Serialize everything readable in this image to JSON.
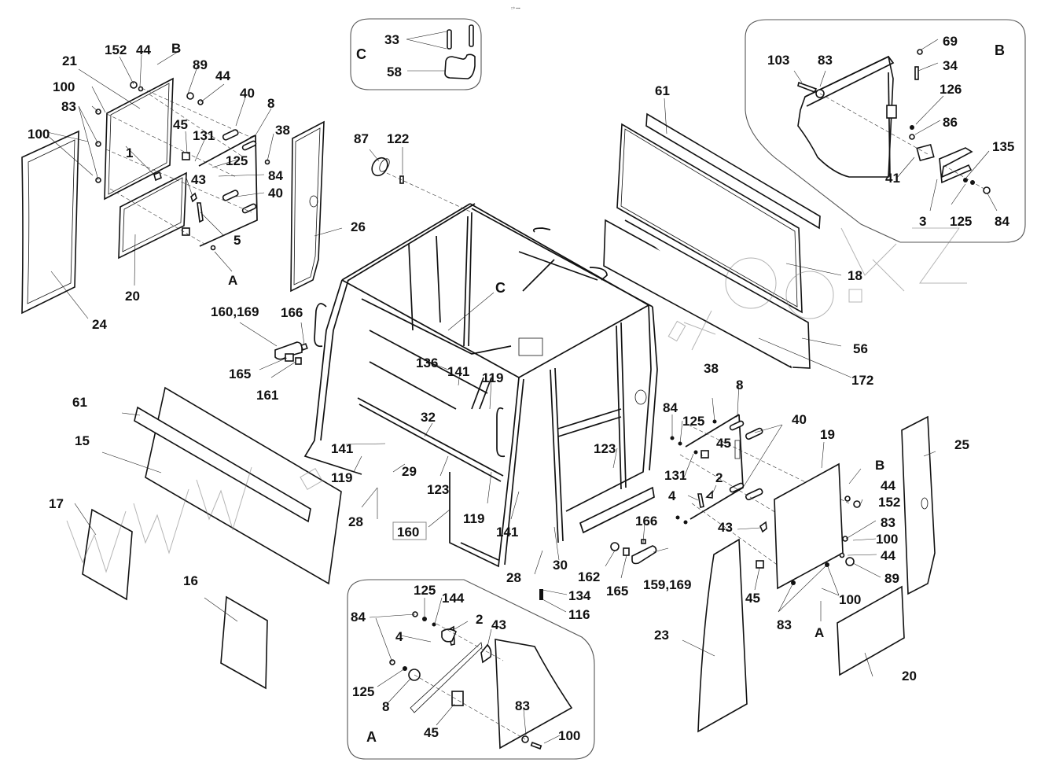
{
  "diagram": {
    "title_fragment": "□ᵇ ▪▪▪",
    "watermark": "www.sinotruk-too.kz",
    "detail_views": [
      {
        "id": "C",
        "label": "C",
        "callouts": [
          "33",
          "58"
        ]
      },
      {
        "id": "B",
        "label": "B",
        "callouts": [
          "69",
          "103",
          "83",
          "34",
          "126",
          "86",
          "135",
          "41",
          "3",
          "125",
          "84"
        ]
      },
      {
        "id": "A",
        "label": "A",
        "callouts": [
          "125",
          "144",
          "84",
          "2",
          "43",
          "4",
          "125",
          "8",
          "83",
          "45",
          "100"
        ]
      }
    ],
    "callouts": {
      "l152": "152",
      "l44a": "44",
      "lBa": "B",
      "l21": "21",
      "l89a": "89",
      "l44b": "44",
      "l100a": "100",
      "l83a": "83",
      "l40a": "40",
      "l8a": "8",
      "l100b": "100",
      "l45a": "45",
      "l131a": "131",
      "l38a": "38",
      "l1": "1",
      "l125a": "125",
      "l84a": "84",
      "l43a": "43",
      "l40b": "40",
      "l5": "5",
      "l20a": "20",
      "lAa": "A",
      "l24": "24",
      "l26": "26",
      "l33": "33",
      "lC1": "C",
      "l58": "58",
      "l87": "87",
      "l122": "122",
      "l61a": "61",
      "l103": "103",
      "l83b": "83",
      "l69": "69",
      "l34": "34",
      "lB1": "B",
      "l126": "126",
      "l86": "86",
      "l135": "135",
      "l41": "41",
      "l3": "3",
      "l125b": "125",
      "l84b": "84",
      "l18": "18",
      "l56": "56",
      "l172": "172",
      "lC2": "C",
      "l160_169": "160,169",
      "l166a": "166",
      "l165a": "165",
      "l161": "161",
      "l136": "136",
      "l141a": "141",
      "l119a": "119",
      "l32": "32",
      "l61b": "61",
      "l15": "15",
      "l141b": "141",
      "l119b": "119",
      "l29": "29",
      "l123a": "123",
      "l28a": "28",
      "l160": "160",
      "l119c": "119",
      "l141c": "141",
      "l17": "17",
      "l16": "16",
      "l38b": "38",
      "l8b": "8",
      "l84c": "84",
      "l125c": "125",
      "l40c": "40",
      "l45b": "45",
      "l19": "19",
      "l25": "25",
      "l131b": "131",
      "l2a": "2",
      "lBb": "B",
      "l44c": "44",
      "l4a": "4",
      "l152b": "152",
      "l123b": "123",
      "l83c": "83",
      "l100c": "100",
      "l43b": "43",
      "l44d": "44",
      "l89b": "89",
      "l166b": "166",
      "l30": "30",
      "l28b": "28",
      "l162": "162",
      "l165b": "165",
      "l159_169": "159,169",
      "l134": "134",
      "l116": "116",
      "l45c": "45",
      "l83d": "83",
      "l100d": "100",
      "lAb": "A",
      "l23": "23",
      "l20b": "20",
      "l125d": "125",
      "l144": "144",
      "l84d": "84",
      "l2b": "2",
      "l43c": "43",
      "l4b": "4",
      "l125e": "125",
      "l8c": "8",
      "l83e": "83",
      "l45d": "45",
      "l100e": "100",
      "lAc": "A"
    }
  }
}
